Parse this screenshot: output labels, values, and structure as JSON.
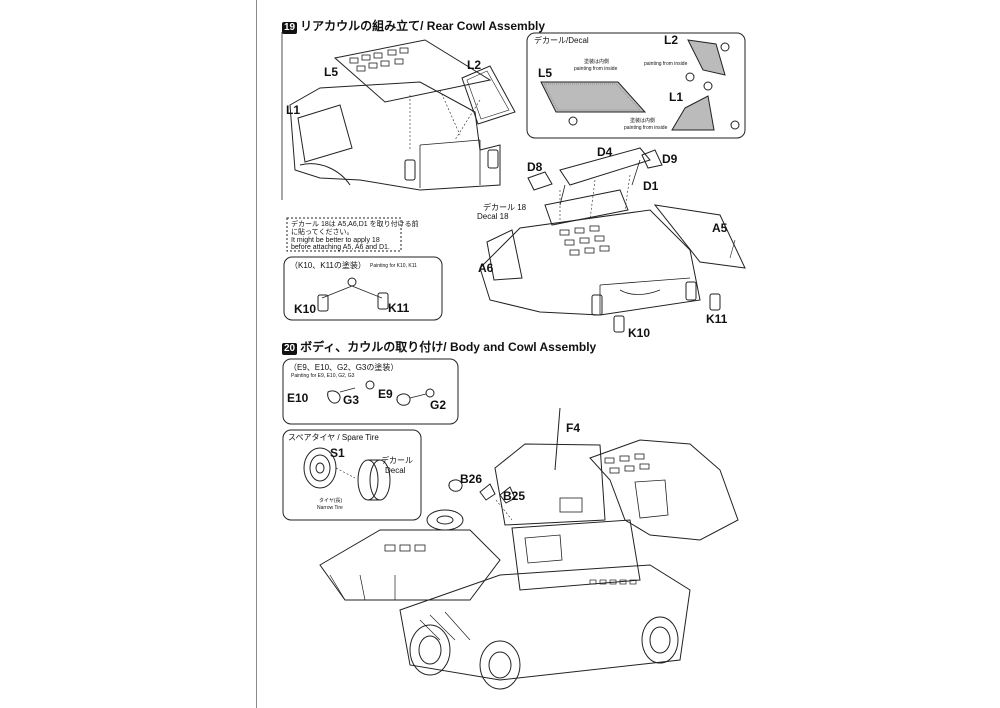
{
  "step19": {
    "number": "19",
    "title": "リアカウルの組み立て/ Rear Cowl Assembly",
    "parts": {
      "l5": "L5",
      "l2": "L2",
      "l1": "L1",
      "d4": "D4",
      "d8": "D8",
      "d9": "D9",
      "d1": "D1",
      "a5": "A5",
      "a6": "A6",
      "k10": "K10",
      "k11": "K11",
      "k10b": "K10",
      "k11b": "K11"
    },
    "decal_box": {
      "label": "デカール/Decal",
      "l2": "L2",
      "l5": "L5",
      "l1": "L1",
      "note_inside": "塗装は内側",
      "note_painting": "painting from inside"
    },
    "decal_callout": {
      "jp": "デカール 18",
      "en": "Decal 18"
    },
    "tip": {
      "jp1": "デカール 18は A5,A6,D1 を取り付ける前",
      "jp2": "に貼ってください。",
      "en1": "It might be better to apply 18",
      "en2": "before attaching A5, A6 and D1."
    },
    "paint": {
      "jp": "（K10、K11の塗装）",
      "en": "Painting for K10, K11",
      "k10": "K10",
      "k11": "K11"
    }
  },
  "step20": {
    "number": "20",
    "title": "ボディ、カウルの取り付け/ Body and Cowl Assembly",
    "paint": {
      "jp": "（E9、E10、G2、G3の塗装）",
      "en": "Painting for E9, E10, G2, G3",
      "e10": "E10",
      "g3": "G3",
      "e9": "E9",
      "g2": "G2"
    },
    "spare": {
      "label": "スペアタイヤ / Spare Tire",
      "s1": "S1",
      "decal_jp": "デカール",
      "decal_en": "Decal",
      "tire_jp": "タイヤ(長)",
      "tire_en": "Narrow Tire"
    },
    "parts": {
      "f4": "F4",
      "b26": "B26",
      "b25": "B25"
    }
  }
}
